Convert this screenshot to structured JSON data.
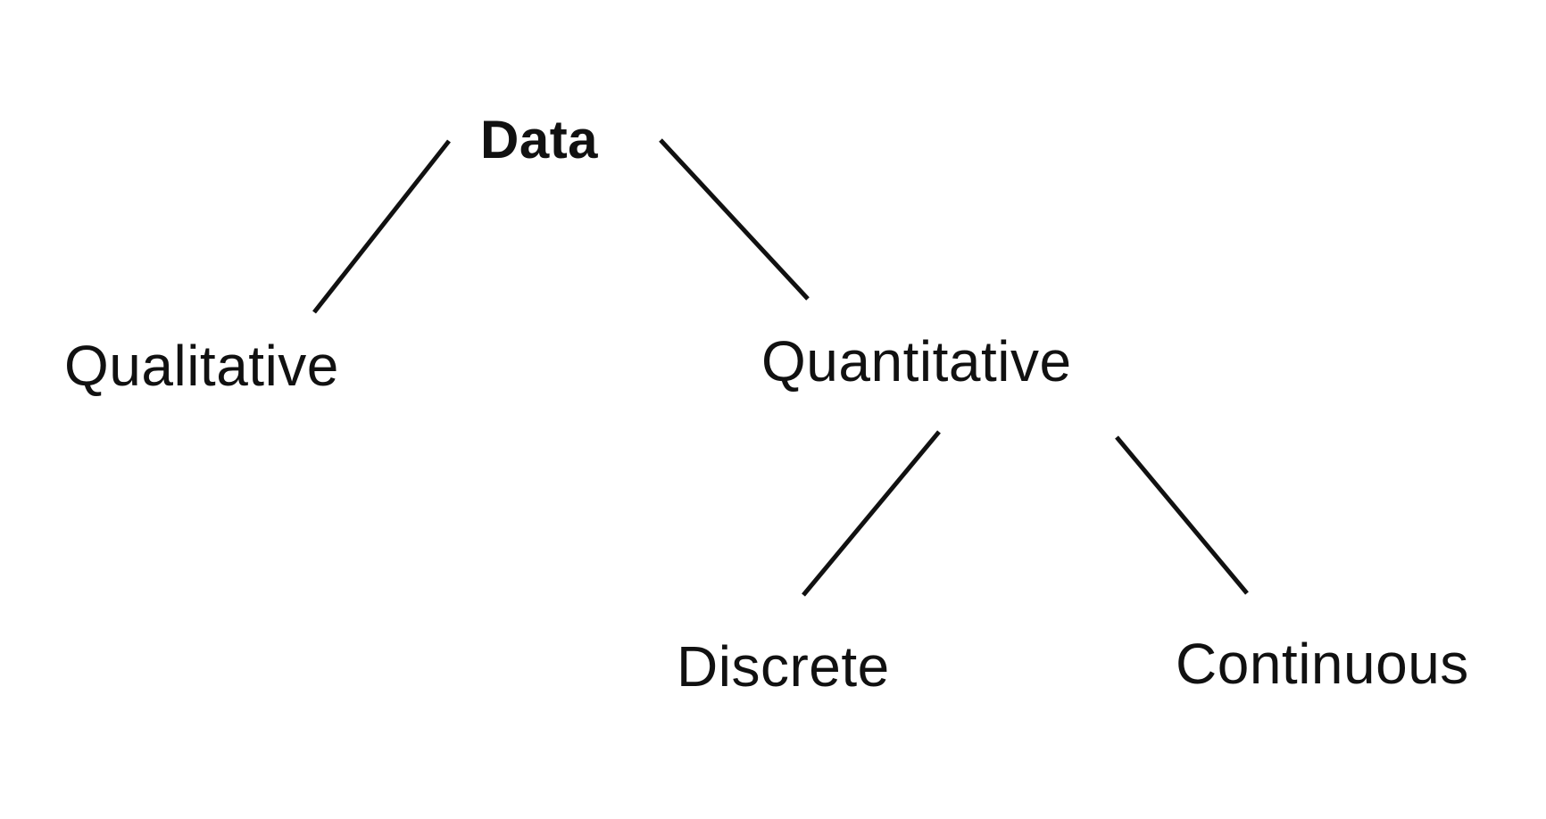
{
  "diagram": {
    "type": "tree",
    "nodes": {
      "root": "Data",
      "qualitative": "Qualitative",
      "quantitative": "Quantitative",
      "discrete": "Discrete",
      "continuous": "Continuous"
    },
    "edges": [
      {
        "from": "Data",
        "to": "Qualitative"
      },
      {
        "from": "Data",
        "to": "Quantitative"
      },
      {
        "from": "Quantitative",
        "to": "Discrete"
      },
      {
        "from": "Quantitative",
        "to": "Continuous"
      }
    ]
  }
}
